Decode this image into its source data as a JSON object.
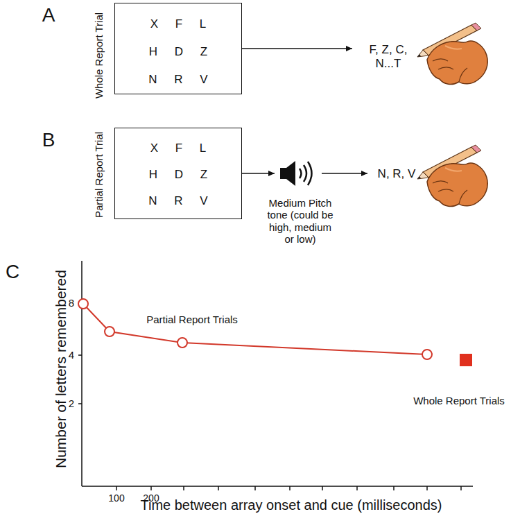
{
  "diagram": {
    "nodes": [
      {
        "text": [
          "X F L",
          "H D Z",
          "N R V"
        ]
      },
      {
        "text": [
          "X F L",
          "H D Z",
          "N R V"
        ]
      }
    ],
    "labels": [
      "A",
      "Whole Report Trial",
      "F, Z, C, N...T",
      "B",
      "Partial Report Trial",
      "Medium Pitch tone (could be high, medium or low)",
      "N, R, V",
      "C",
      "Number of letters remembered",
      "8",
      "4",
      "2",
      "100",
      "200",
      "Partial Report Trials",
      "Whole Report Trials",
      "Time between array onset and cue (milliseconds)"
    ]
  }
}
